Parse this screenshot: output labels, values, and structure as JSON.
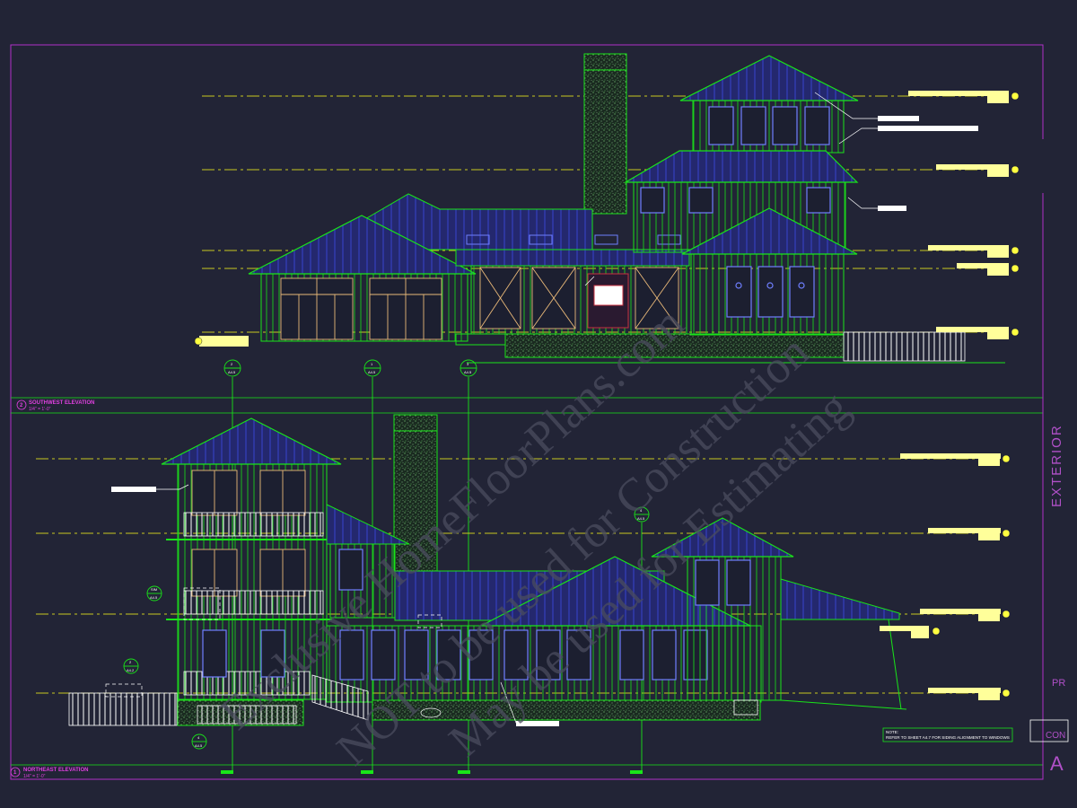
{
  "sheet": {
    "elevation_top": {
      "number": "2",
      "title": "SOUTHWEST ELEVATION",
      "scale": "1/4\" = 1'-0\""
    },
    "elevation_bottom": {
      "number": "1",
      "title": "NORTHEAST ELEVATION",
      "scale": "1/4\" = 1'-0\""
    },
    "side_label": "EXTERIOR",
    "corner_label_1": "PR",
    "corner_label_2": "CON",
    "corner_label_3": "A",
    "note_title": "NOTE:",
    "note_text": "REFER TO SHEET A4.7 FOR SIDING ALIGNMENT TO WINDOWS"
  },
  "section_tags": [
    {
      "top": "2",
      "bottom": "A4.5"
    },
    {
      "top": "1",
      "bottom": "A4.5"
    },
    {
      "top": "3",
      "bottom": "A4.5"
    },
    {
      "top": "4",
      "bottom": "A4.5"
    },
    {
      "top": "SIM",
      "bottom": "A4.5"
    },
    {
      "top": "2",
      "bottom": "A4.2"
    },
    {
      "top": "4",
      "bottom": "A4.5"
    }
  ],
  "watermark": {
    "line1": "Exclusive HomeFloorPlans.com",
    "line2": "NOT to be used for Construction",
    "line3": "May be used for Estimating"
  },
  "colors": {
    "background": "#222436",
    "linework": "#19e419",
    "roof_fill": "#24286e",
    "window": "#6f7fff",
    "door": "#e8b878",
    "border": "#b030c8",
    "level_line": "#c8c820",
    "label": "#ffff9a"
  }
}
